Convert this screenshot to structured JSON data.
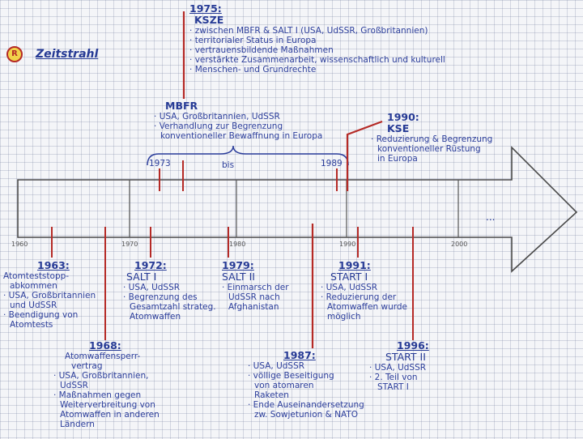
{
  "page": {
    "circle_label": "R",
    "title": "Zeitstrahl"
  },
  "axis": {
    "ticks": [
      "1960",
      "1970",
      "1980",
      "1990",
      "2000"
    ],
    "more": "...",
    "span_start": "1973",
    "span_mid": "bis",
    "span_end": "1989"
  },
  "events_top": {
    "ksze": {
      "year": "1975:",
      "title": "KSZE",
      "lines": [
        "zwischen MBFR & SALT I  (USA, UdSSR, Großbritannien)",
        "territorialer Status in Europa",
        "vertrauensbildende Maßnahmen",
        "verstärkte Zusammenarbeit, wissenschaftlich und kulturell",
        "Menschen- und Grundrechte"
      ]
    },
    "mbfr": {
      "title": "MBFR",
      "lines": [
        "USA, Großbritannien, UdSSR",
        "Verhandlung zur Begrenzung",
        "konventioneller Bewaffnung in Europa"
      ]
    },
    "kse": {
      "year": "1990:",
      "title": "KSE",
      "lines": [
        "Reduzierung & Begrenzung",
        "konventioneller Rüstung",
        "in Europa"
      ]
    }
  },
  "events_bottom": {
    "e1963": {
      "year": "1963:",
      "lines": [
        "Atomteststopp-",
        "abkommen",
        "· USA, Großbritannien",
        "und UdSSR",
        "· Beendigung von",
        "Atomtests"
      ]
    },
    "e1968": {
      "year": "1968:",
      "lines": [
        "Atomwaffensperr-",
        "vertrag",
        "· USA, Großbritannien,",
        "UdSSR",
        "· Maßnahmen gegen",
        "Weiterverbreitung von",
        "Atomwaffen in anderen",
        "Ländern"
      ]
    },
    "e1972": {
      "year": "1972:",
      "title": "SALT I",
      "lines": [
        "· USA, UdSSR",
        "· Begrenzung des",
        "Gesamtzahl strateg.",
        "Atomwaffen"
      ]
    },
    "e1979": {
      "year": "1979:",
      "title": "SALT II",
      "lines": [
        "· Einmarsch der",
        "UdSSR nach",
        "Afghanistan"
      ]
    },
    "e1987": {
      "year": "1987:",
      "lines": [
        "· USA, UdSSR",
        "· völlige Beseitigung",
        "von atomaren",
        "Raketen",
        "· Ende Auseinandersetzung",
        "zw. Sowjetunion & NATO"
      ]
    },
    "e1991": {
      "year": "1991:",
      "title": "START I",
      "lines": [
        "· USA, UdSSR",
        "· Reduzierung der",
        "Atomwaffen wurde",
        "möglich"
      ]
    },
    "e1996": {
      "year": "1996:",
      "title": "START II",
      "lines": [
        "· USA, UdSSR",
        "· 2. Teil von",
        "START I"
      ]
    }
  }
}
